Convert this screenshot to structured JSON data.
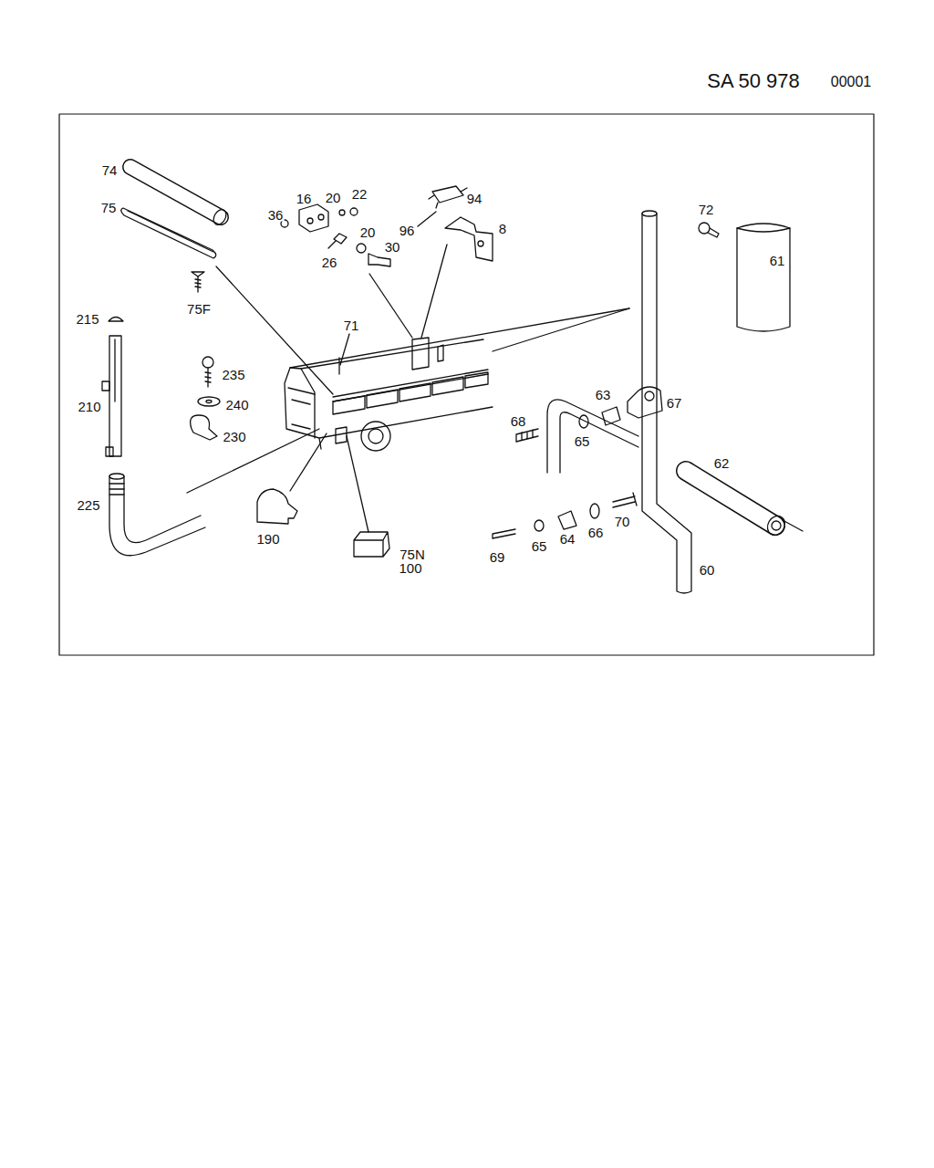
{
  "diagram": {
    "labels": [
      "SA 50 978",
      "00001",
      "74",
      "75",
      "75F",
      "215",
      "210",
      "225",
      "16",
      "20",
      "22",
      "36",
      "26",
      "20",
      "30",
      "94",
      "96",
      "8",
      "71",
      "235",
      "240",
      "230",
      "190",
      "75N",
      "100",
      "72",
      "61",
      "63",
      "67",
      "68",
      "65",
      "62",
      "69",
      "65",
      "64",
      "66",
      "70",
      "60"
    ]
  }
}
